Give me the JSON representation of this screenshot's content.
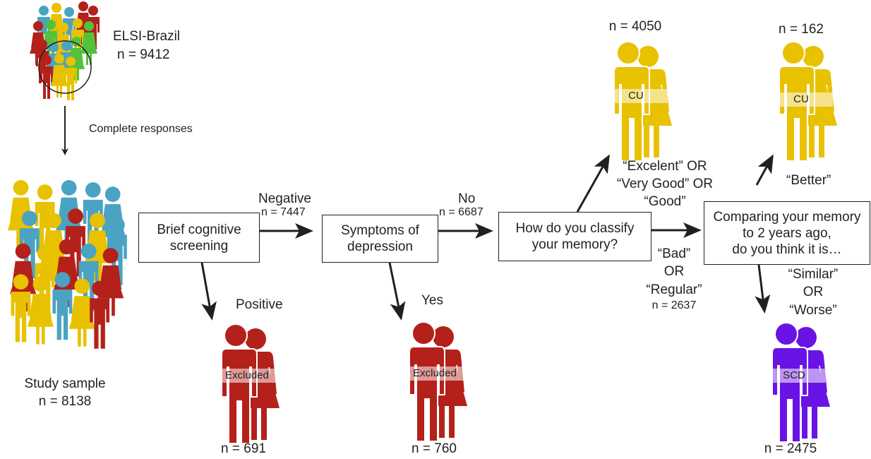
{
  "colors": {
    "cu": "#e8c100",
    "excluded": "#b3211a",
    "scd": "#6a13e6",
    "blue": "#4aa3c2",
    "green": "#53c23a",
    "ink": "#231f20"
  },
  "source": {
    "title": "ELSI-Brazil",
    "n": "n = 9412"
  },
  "arrow_complete": "Complete responses",
  "sample": {
    "title": "Study sample",
    "n": "n = 8138"
  },
  "box_screening": {
    "line1": "Brief cognitive",
    "line2": "screening"
  },
  "box_depression": {
    "line1": "Symptoms of",
    "line2": "depression"
  },
  "box_memory": {
    "line1": "How do you classify",
    "line2": "your memory?"
  },
  "box_compare": {
    "line1": "Comparing your memory",
    "line2": "to 2 years ago,",
    "line3": "do you think it is…"
  },
  "edge_negative": {
    "label": "Negative",
    "n": "n = 7447"
  },
  "edge_no": {
    "label": "No",
    "n": "n = 6687"
  },
  "edge_positive": "Positive",
  "edge_yes": "Yes",
  "edge_good": {
    "line1": "“Excelent” OR",
    "line2": "“Very Good” OR",
    "line3": "“Good”"
  },
  "edge_bad": {
    "line1": "“Bad”",
    "line2": "OR",
    "line3": "“Regular”",
    "n": "n = 2637"
  },
  "edge_better": "“Better”",
  "edge_worse": {
    "line1": "“Similar”",
    "line2": "OR",
    "line3": "“Worse”"
  },
  "out_excluded1": {
    "label": "Excluded",
    "n": "n = 691"
  },
  "out_excluded2": {
    "label": "Excluded",
    "n": "n = 760"
  },
  "out_cu1": {
    "label": "CU",
    "n": "n = 4050"
  },
  "out_cu2": {
    "label": "CU",
    "n": "n = 162"
  },
  "out_scd": {
    "label": "SCD",
    "n": "n = 2475"
  }
}
